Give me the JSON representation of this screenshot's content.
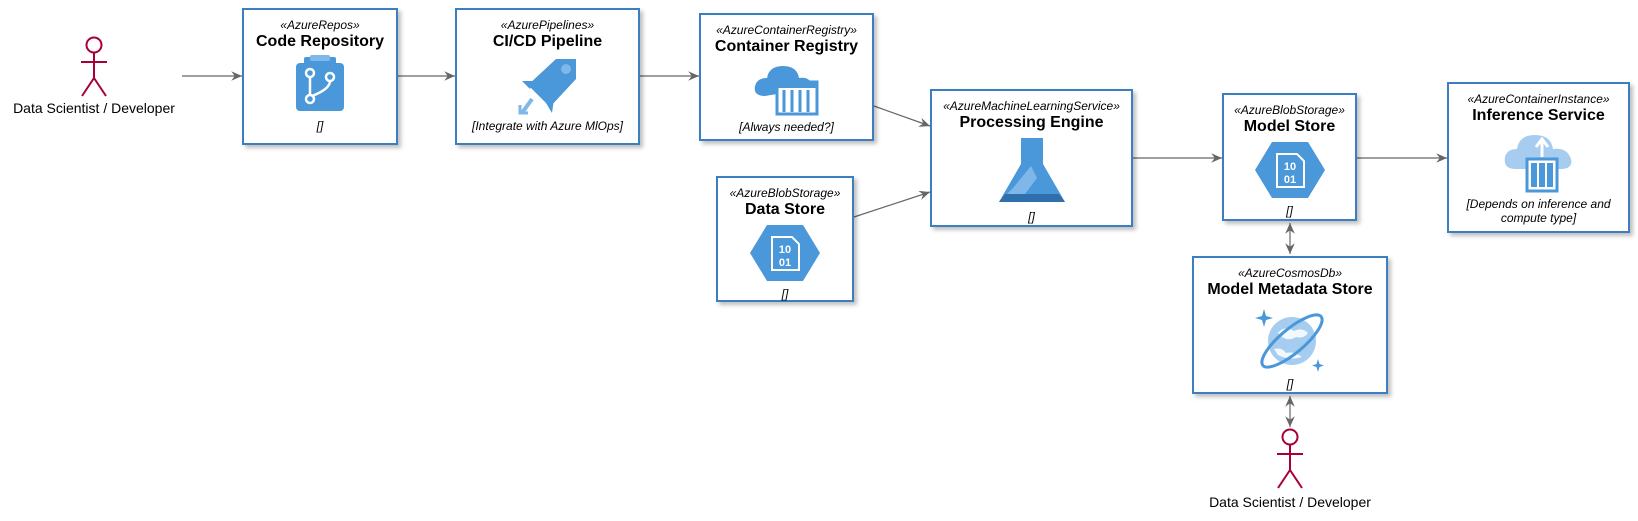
{
  "actors": {
    "left": {
      "label": "Data Scientist / Developer"
    },
    "bottom": {
      "label": "Data Scientist / Developer"
    }
  },
  "nodes": {
    "code_repo": {
      "stereotype": "«AzureRepos»",
      "title": "Code Repository",
      "note": "[]",
      "icon": "azure-repos-icon"
    },
    "cicd": {
      "stereotype": "«AzurePipelines»",
      "title": "CI/CD Pipeline",
      "note": "[Integrate with Azure MlOps]",
      "icon": "azure-pipelines-icon"
    },
    "registry": {
      "stereotype": "«AzureContainerRegistry»",
      "title": "Container Registry",
      "note": "[Always needed?]",
      "icon": "container-registry-icon"
    },
    "data_store": {
      "stereotype": "«AzureBlobStorage»",
      "title": "Data Store",
      "note": "[]",
      "icon": "blob-storage-icon"
    },
    "engine": {
      "stereotype": "«AzureMachineLearningService»",
      "title": "Processing Engine",
      "note": "[]",
      "icon": "machine-learning-icon"
    },
    "model_store": {
      "stereotype": "«AzureBlobStorage»",
      "title": "Model Store",
      "note": "[]",
      "icon": "blob-storage-icon"
    },
    "metadata": {
      "stereotype": "«AzureCosmosDb»",
      "title": "Model Metadata Store",
      "note": "[]",
      "icon": "cosmos-db-icon"
    },
    "inference": {
      "stereotype": "«AzureContainerInstance»",
      "title": "Inference Service",
      "note_line1": "[Depends on inference and",
      "note_line2": "compute type]",
      "icon": "container-instance-icon"
    }
  },
  "blob_icon_text": {
    "top": "10",
    "bottom": "01"
  },
  "colors": {
    "border": "#3c7fc0",
    "icon": "#4a97d9",
    "actor": "#a80036",
    "arrow": "#666666"
  }
}
